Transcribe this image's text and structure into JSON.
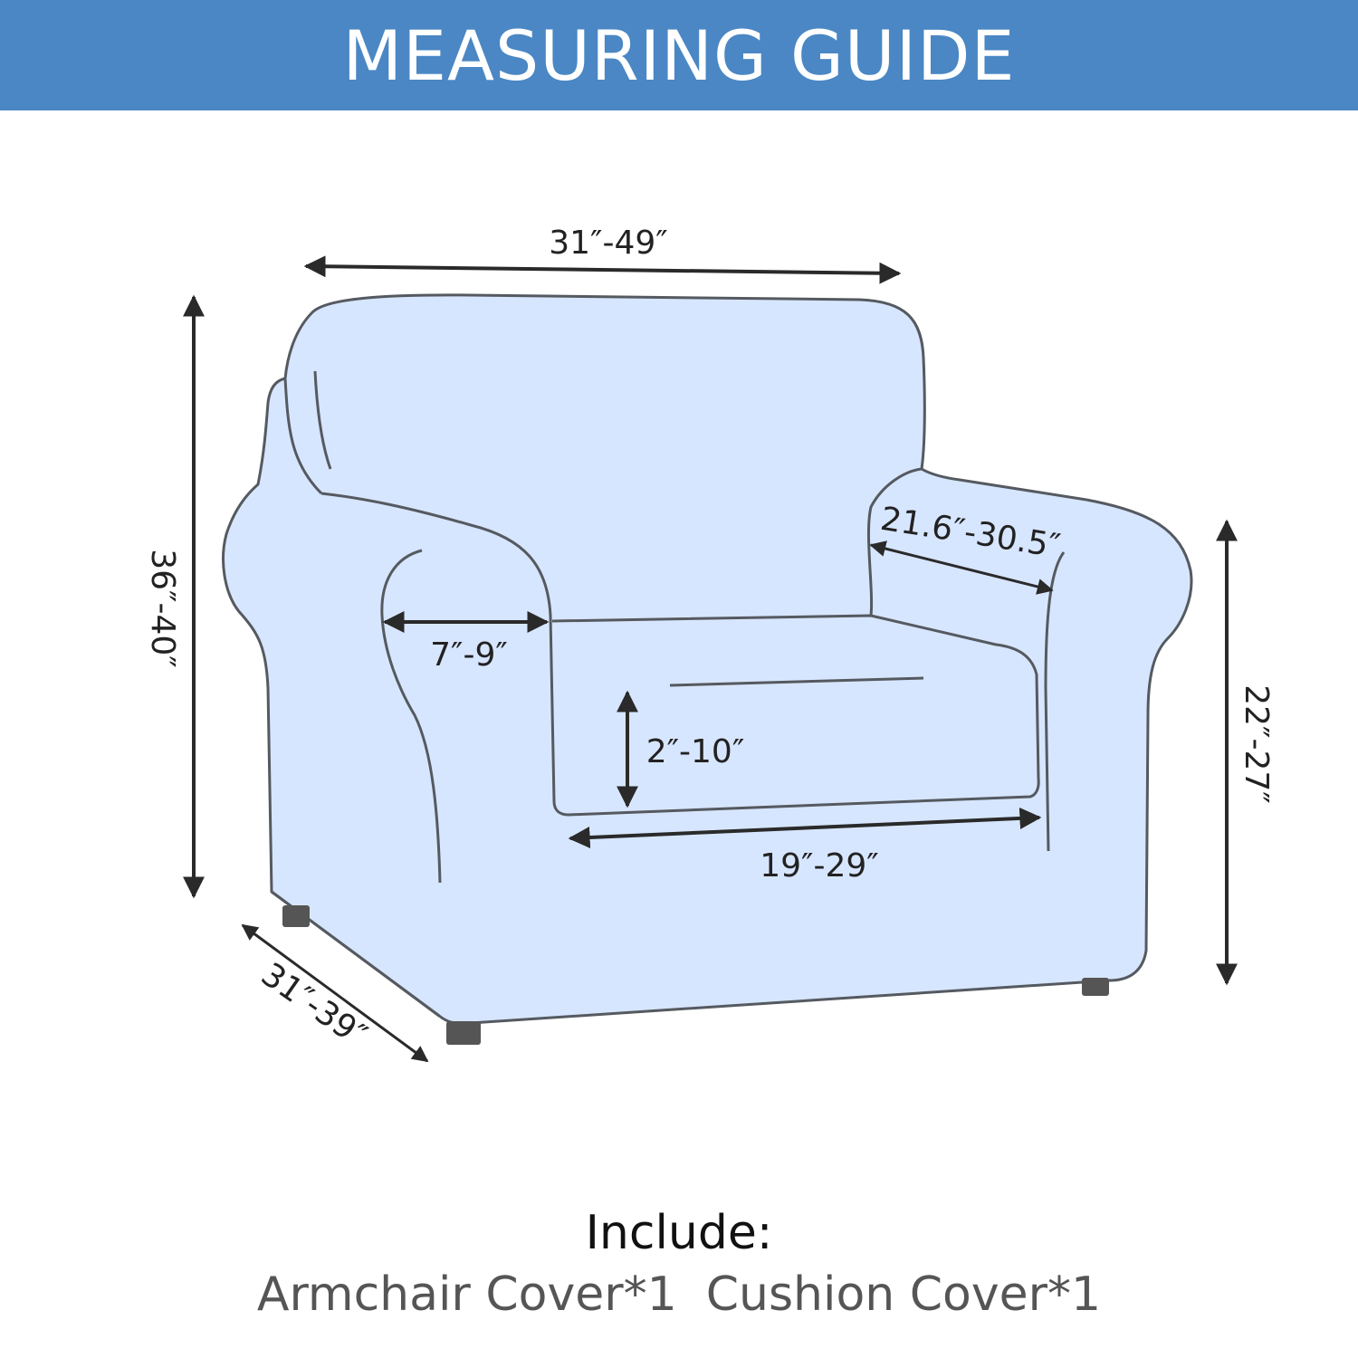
{
  "header": {
    "title": "MEASURING GUIDE"
  },
  "colors": {
    "header_bg": "#4a87c4",
    "chair_fill": "#d7e6ff",
    "chair_outline": "#555a60",
    "arrow": "#2a2a2a",
    "legs": "#555555"
  },
  "dimensions": {
    "back_width": "31″-49″",
    "total_height": "36″-40″",
    "depth": "31″-39″",
    "arm_width": "7″-9″",
    "arm_length": "21.6″-30.5″",
    "cushion_height": "2″-10″",
    "seat_width": "19″-29″",
    "arm_height": "22″-27″"
  },
  "footer": {
    "include_label": "Include:",
    "items": [
      "Armchair Cover*1",
      "Cushion Cover*1"
    ]
  }
}
